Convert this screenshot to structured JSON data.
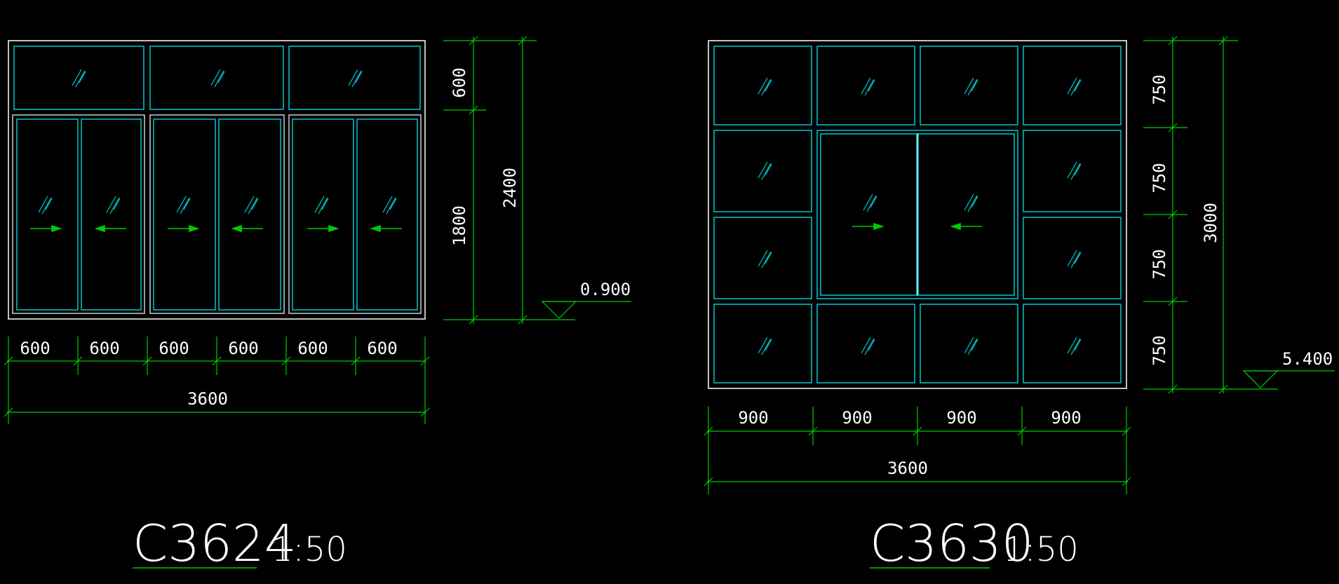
{
  "colors": {
    "background": "#000000",
    "frame": "#ffffff",
    "glass": "#00c8d0",
    "dimension": "#00cc00",
    "label": "#ffffff"
  },
  "left": {
    "title": "C3624",
    "scale": "1:50",
    "level": "0.900",
    "widths": [
      "600",
      "600",
      "600",
      "600",
      "600",
      "600"
    ],
    "total_width": "3600",
    "height_parts": [
      "600",
      "1800"
    ],
    "total_height": "2400"
  },
  "right": {
    "title": "C3630",
    "scale": "1:50",
    "level": "5.400",
    "widths": [
      "900",
      "900",
      "900",
      "900"
    ],
    "total_width": "3600",
    "height_parts": [
      "750",
      "750",
      "750",
      "750"
    ],
    "total_height": "3000"
  }
}
